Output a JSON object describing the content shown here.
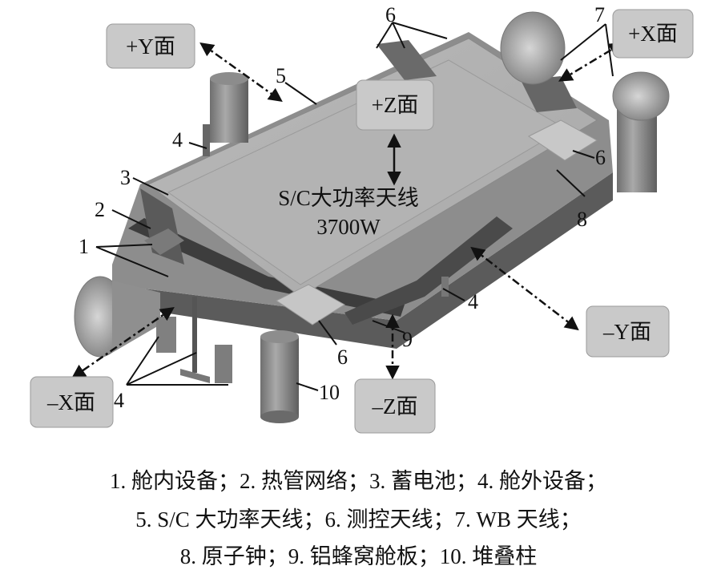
{
  "faces": {
    "plus_y": "+Y面",
    "plus_x": "+X面",
    "plus_z": "+Z面",
    "minus_y": "–Y面",
    "minus_x": "–X面",
    "minus_z": "–Z面"
  },
  "antenna": {
    "name": "S/C大功率天线",
    "power": "3700W"
  },
  "callouts": {
    "c1": "1",
    "c2": "2",
    "c3": "3",
    "c4a": "4",
    "c4b": "4",
    "c4c": "4",
    "c5": "5",
    "c6a": "6",
    "c6b": "6",
    "c6c": "6",
    "c7": "7",
    "c8": "8",
    "c9": "9",
    "c10": "10"
  },
  "legend": {
    "line1": "1. 舱内设备；2. 热管网络；3. 蓄电池；4. 舱外设备；",
    "line2": "5. S/C 大功率天线；6. 测控天线；7. WB 天线；",
    "line3": "8. 原子钟；9. 铝蜂窝舱板；10. 堆叠柱"
  }
}
